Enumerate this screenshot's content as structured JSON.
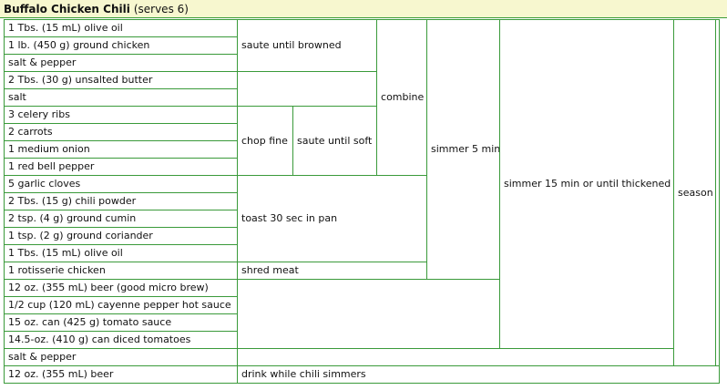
{
  "recipe": {
    "title": "Buffalo Chicken Chili",
    "serves": "(serves 6)",
    "ingredients": [
      "1 Tbs. (15 mL) olive oil",
      "1 lb. (450 g) ground chicken",
      "salt & pepper",
      "2 Tbs. (30 g) unsalted butter",
      "salt",
      "3 celery ribs",
      "2 carrots",
      "1 medium onion",
      "1 red bell pepper",
      "5 garlic cloves",
      "2 Tbs. (15 g) chili powder",
      "2 tsp. (4 g) ground cumin",
      "1 tsp. (2 g) ground coriander",
      "1 Tbs. (15 mL) olive oil",
      "1 rotisserie chicken",
      "12 oz. (355 mL) beer (good micro brew)",
      "1/2 cup (120 mL) cayenne pepper hot sauce",
      "15 oz. can (425 g) tomato sauce",
      "14.5-oz. (410 g) can diced tomatoes",
      "salt & pepper",
      "12 oz. (355 mL) beer"
    ],
    "steps": {
      "saute_browned": "saute until browned",
      "chop_fine": "chop fine",
      "saute_soft": "saute until soft",
      "combine": "combine",
      "toast": "toast 30 sec in pan",
      "shred": "shred meat",
      "simmer5": "simmer 5 min",
      "simmer15": "simmer 15 min or until thickened",
      "season": "season",
      "drink": "drink while chili simmers"
    }
  }
}
